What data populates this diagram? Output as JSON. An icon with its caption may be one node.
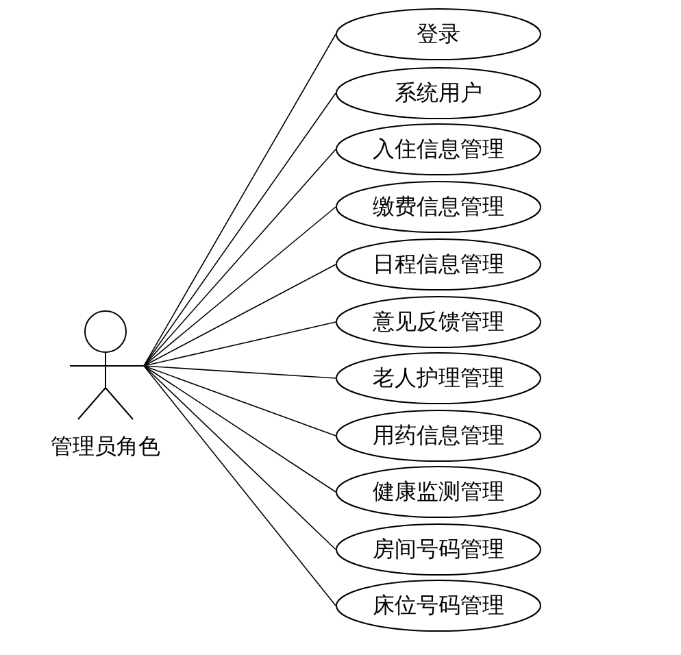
{
  "diagram": {
    "nodes": [
      {
        "text": [
          "管理员角色"
        ]
      },
      {
        "text": [
          "登录"
        ]
      },
      {
        "text": [
          "系统用户"
        ]
      },
      {
        "text": [
          "入住信息管理"
        ]
      },
      {
        "text": [
          "缴费信息管理"
        ]
      },
      {
        "text": [
          "日程信息管理"
        ]
      },
      {
        "text": [
          "意见反馈管理"
        ]
      },
      {
        "text": [
          "老人护理管理"
        ]
      },
      {
        "text": [
          "用药信息管理"
        ]
      },
      {
        "text": [
          "健康监测管理"
        ]
      },
      {
        "text": [
          "房间号码管理"
        ]
      },
      {
        "text": [
          "床位号码管理"
        ]
      }
    ],
    "edges": [
      {
        "from": 0,
        "to": 1,
        "arrow": "none"
      },
      {
        "from": 0,
        "to": 2,
        "arrow": "none"
      },
      {
        "from": 0,
        "to": 3,
        "arrow": "none"
      },
      {
        "from": 0,
        "to": 4,
        "arrow": "none"
      },
      {
        "from": 0,
        "to": 5,
        "arrow": "none"
      },
      {
        "from": 0,
        "to": 6,
        "arrow": "none"
      },
      {
        "from": 0,
        "to": 7,
        "arrow": "none"
      },
      {
        "from": 0,
        "to": 8,
        "arrow": "none"
      },
      {
        "from": 0,
        "to": 9,
        "arrow": "none"
      },
      {
        "from": 0,
        "to": 10,
        "arrow": "none"
      },
      {
        "from": 0,
        "to": 11,
        "arrow": "none"
      }
    ]
  }
}
